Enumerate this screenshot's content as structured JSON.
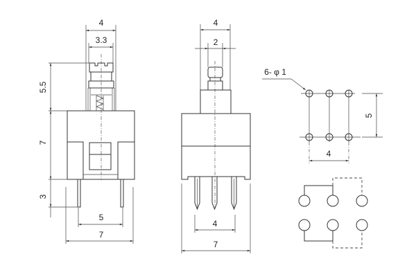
{
  "side_view": {
    "dim_top_width": "4",
    "dim_plunger_width": "3.3",
    "dim_plunger_height": "5.5",
    "dim_body_height": "7",
    "dim_pin_length": "3",
    "dim_pin_spacing": "5",
    "dim_body_width": "7"
  },
  "front_view": {
    "dim_step_width": "4",
    "dim_plunger_width": "2",
    "dim_pin_spacing": "4",
    "dim_body_width": "7"
  },
  "footprint": {
    "hole_label": "6- φ 1",
    "dim_row_spacing": "5",
    "dim_col_spacing": "4"
  }
}
